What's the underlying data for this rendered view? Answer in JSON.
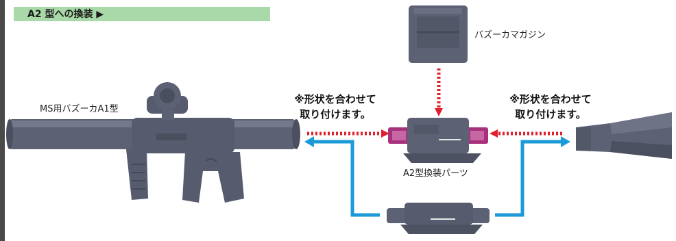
{
  "header": {
    "title": "A2 型への換装 ▶"
  },
  "labels": {
    "bazooka": "MS用バズーカA1型",
    "magazine": "バズーカマガジン",
    "parts": "A2型換装パーツ"
  },
  "notes": {
    "left_line1": "※形状を合わせて",
    "left_line2": "取り付けます。",
    "right_line1": "※形状を合わせて",
    "right_line2": "取り付けます。"
  },
  "colors": {
    "part_gray": "#5c6274",
    "accent_magenta": "#a8317e",
    "arrow_red": "#e0202c",
    "arrow_blue": "#1a9ad8",
    "header_green": "#a9d9a9"
  }
}
